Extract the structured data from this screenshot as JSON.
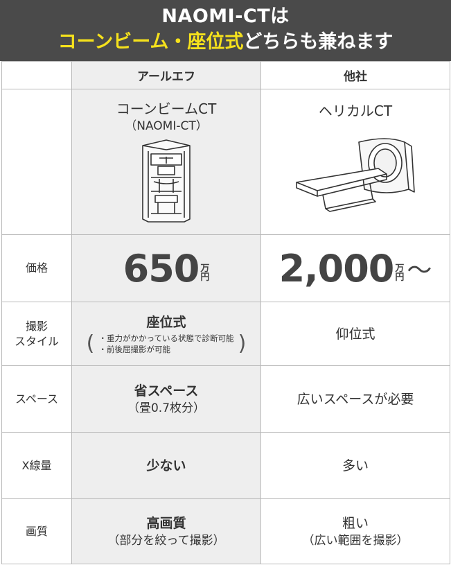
{
  "header": {
    "line1": "NAOMI-CTは",
    "line2_accent": "コーンビーム・座位式",
    "line2_rest": "どちらも兼ねます"
  },
  "columns": {
    "ours": "アールエフ",
    "others": "他社"
  },
  "products": {
    "ours_name": "コーンビームCT",
    "ours_sub": "（NAOMI-CT）",
    "others_name": "ヘリカルCT"
  },
  "rows": {
    "price": {
      "label": "価格",
      "ours_value": "650",
      "others_value": "2,000",
      "unit_top": "万",
      "unit_bottom": "円",
      "others_suffix": "〜"
    },
    "style": {
      "label_line1": "撮影",
      "label_line2": "スタイル",
      "ours_main": "座位式",
      "ours_note1": "・重力がかかっている状態で診断可能",
      "ours_note2": "・前後屈撮影が可能",
      "others_main": "仰位式"
    },
    "space": {
      "label": "スペース",
      "ours_main": "省スペース",
      "ours_sub": "（畳0.7枚分）",
      "others_main": "広いスペースが必要"
    },
    "xray": {
      "label": "X線量",
      "ours_main": "少ない",
      "others_main": "多い"
    },
    "quality": {
      "label": "画質",
      "ours_main": "高画質",
      "ours_sub": "（部分を絞って撮影）",
      "others_main": "粗い",
      "others_sub": "（広い範囲を撮影）"
    }
  },
  "colors": {
    "header_bg": "#4a4a4a",
    "accent": "#f5e11c",
    "shade": "#eeeeee",
    "border": "#b8b8b8"
  }
}
